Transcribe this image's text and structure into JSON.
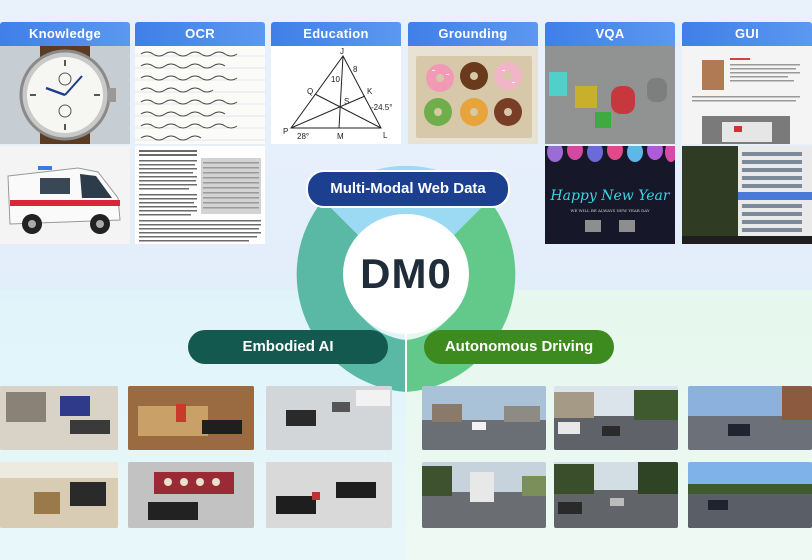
{
  "categories": [
    "Knowledge",
    "OCR",
    "Education",
    "Grounding",
    "VQA",
    "GUI"
  ],
  "center_label": "DM0",
  "web_label": "Multi-Modal Web Data",
  "embodied_label": "Embodied AI",
  "driving_label": "Autonomous Driving",
  "education_labels": [
    "J",
    "Q",
    "10",
    "8",
    "S",
    "K",
    "-24.5°",
    "P",
    "28°",
    "M",
    "L"
  ],
  "new_year_text": "Happy New Year",
  "new_year_sub": "WE WILL BE ALWAYS NEW YEAR DAY",
  "colors": {
    "header_blue": "#4a88ec",
    "web_pill": "#1c3f8f",
    "embodied_pill": "#14594f",
    "driving_pill": "#3d8a1e",
    "ring_top": "#8fd6f2",
    "ring_left": "#4fb39a",
    "ring_right": "#5cc47e"
  },
  "icons": [
    "wristwatch",
    "ambulance",
    "geometry-triangle",
    "donuts",
    "3d-shapes",
    "new-year-card",
    "robot-arm",
    "street-view"
  ]
}
